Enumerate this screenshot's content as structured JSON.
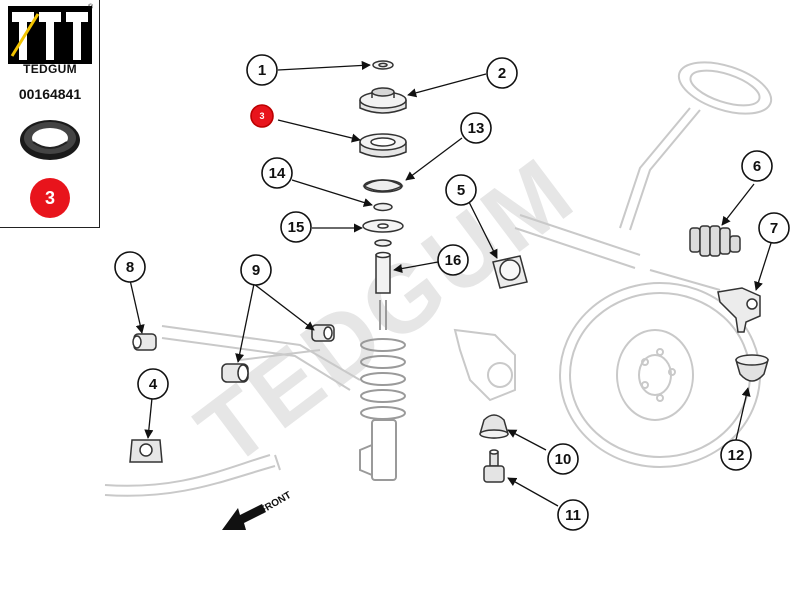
{
  "brand": {
    "name": "TEDGUM",
    "registered_mark": "®"
  },
  "product": {
    "code": "00164841",
    "highlight_callout": "3"
  },
  "watermark": "TEDGUM",
  "front_label": "FRONT",
  "callouts": [
    "1",
    "2",
    "3",
    "13",
    "14",
    "15",
    "16",
    "5",
    "6",
    "7",
    "8",
    "9",
    "4",
    "10",
    "11",
    "12"
  ],
  "colors": {
    "highlight": "#e8141c",
    "line": "#111111",
    "faint": "#c9c9c9",
    "watermark": "#e6e6e6"
  }
}
